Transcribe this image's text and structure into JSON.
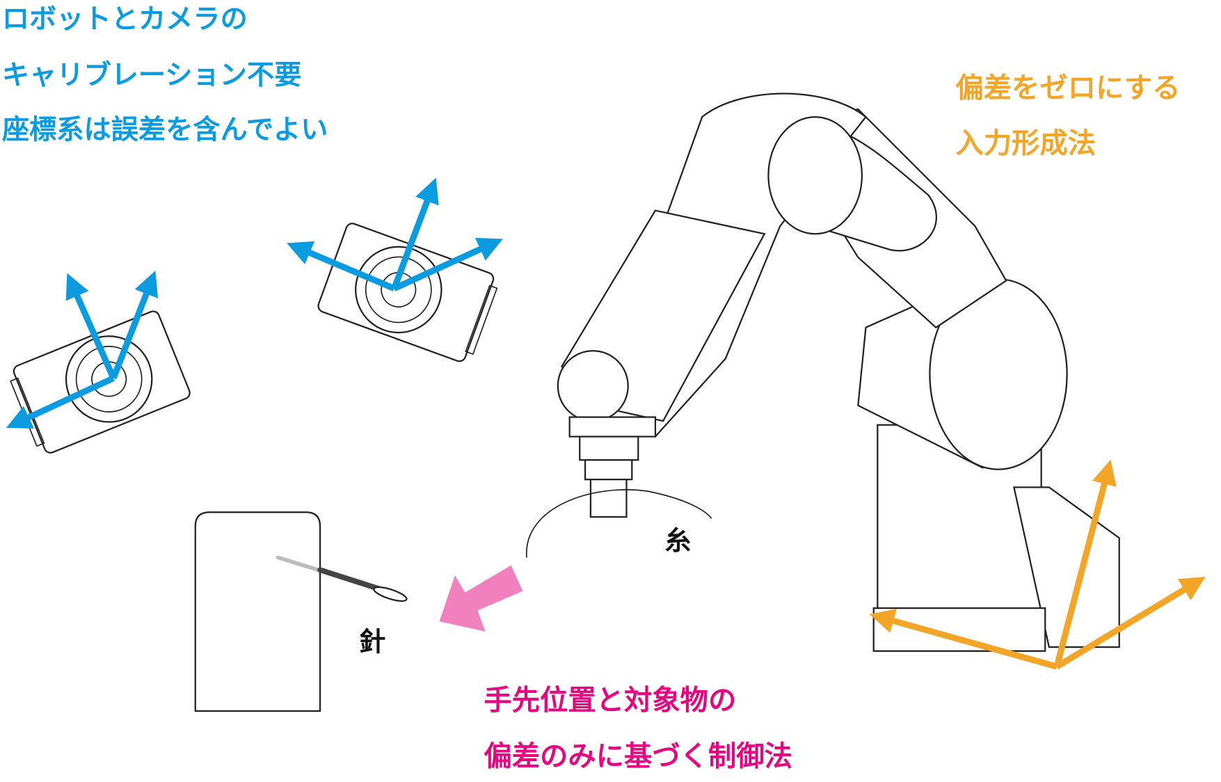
{
  "colors": {
    "blue": "#0a9be0",
    "orange": "#f2a526",
    "pink": "#e4077f",
    "arrow_pink": "#f080be"
  },
  "blue_text": [
    "ロボットとカメラの",
    "キャリブレーション不要",
    "座標系は誤差を含んでよい"
  ],
  "orange_text": [
    "偏差をゼロにする",
    "入力形成法"
  ],
  "pink_text": [
    "手先位置と対象物の",
    "偏差のみに基づく制御法"
  ],
  "labels": {
    "thread": "糸",
    "needle": "針"
  }
}
